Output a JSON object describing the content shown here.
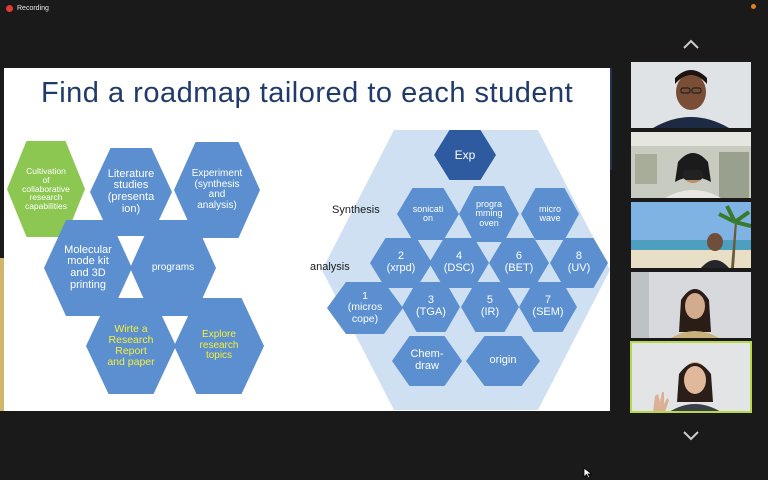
{
  "recording": {
    "label": "Recording"
  },
  "slide": {
    "title": "Find a roadmap tailored to each student",
    "left_hexes": [
      {
        "lines": [
          "Cultivation",
          "of",
          "collaborative",
          "research",
          "capabilities"
        ],
        "style": "green"
      },
      {
        "lines": [
          "Literature",
          "studies",
          "(presenta",
          "ion)"
        ],
        "style": "blue"
      },
      {
        "lines": [
          "Experiment",
          "(synthesis",
          "and",
          "analysis)"
        ],
        "style": "blue"
      },
      {
        "lines": [
          "Molecular",
          "mode kit",
          "and 3D",
          "printing"
        ],
        "style": "blue"
      },
      {
        "lines": [
          "programs"
        ],
        "style": "blue"
      },
      {
        "lines": [
          "Wirte a",
          "Research",
          "Report",
          "and paper"
        ],
        "style": "blue-yellow"
      },
      {
        "lines": [
          "Explore",
          "research",
          "topics"
        ],
        "style": "blue-yellow"
      }
    ],
    "right": {
      "exp": "Exp",
      "synthesis_label": "Synthesis",
      "analysis_label": "analysis",
      "synthesis_hexes": [
        {
          "lines": [
            "sonicati",
            "on"
          ]
        },
        {
          "lines": [
            "progra",
            "mming",
            "oven"
          ]
        },
        {
          "lines": [
            "micro",
            "wave"
          ]
        }
      ],
      "analysis_hexes": [
        {
          "lines": [
            "2",
            "(xrpd)"
          ]
        },
        {
          "lines": [
            "4",
            "(DSC)"
          ]
        },
        {
          "lines": [
            "6",
            "(BET)"
          ]
        },
        {
          "lines": [
            "8",
            "(UV)"
          ]
        },
        {
          "lines": [
            "1",
            "(micros",
            "cope)"
          ]
        },
        {
          "lines": [
            "3",
            "(TGA)"
          ]
        },
        {
          "lines": [
            "5",
            "(IR)"
          ]
        },
        {
          "lines": [
            "7",
            "(SEM)"
          ]
        }
      ],
      "software_hexes": [
        {
          "lines": [
            "Chem-",
            "draw"
          ]
        },
        {
          "lines": [
            "origin"
          ]
        }
      ]
    }
  },
  "participants": {
    "tiles": [
      "participant-1",
      "participant-2",
      "participant-3",
      "participant-4",
      "participant-5"
    ],
    "active_index": 4
  },
  "icons": {
    "scroll_up": "chevron-up-icon",
    "scroll_down": "chevron-down-icon",
    "cursor": "mouse-cursor-icon"
  },
  "colors": {
    "hex_blue": "#5b8fcf",
    "hex_green": "#8cc751",
    "hex_dark": "#2e5aa0",
    "hex_bg": "#cfe0f3",
    "title": "#1f3a6b",
    "active_border": "#b6d94a"
  }
}
